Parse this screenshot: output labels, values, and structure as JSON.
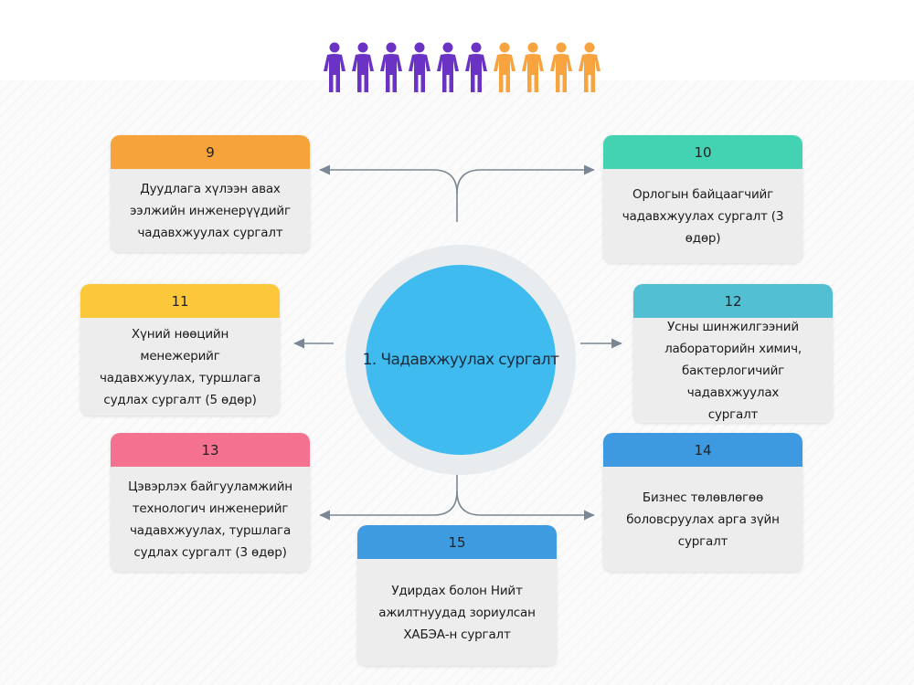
{
  "colors": {
    "person_purple": "#6a33c4",
    "person_orange": "#f7a340",
    "circle": "#3fbbf0",
    "connector": "#7b8794"
  },
  "people_icons": [
    "person-icon",
    "person-icon",
    "person-icon",
    "person-icon",
    "person-icon",
    "person-icon",
    "person-icon",
    "person-icon",
    "person-icon",
    "person-icon"
  ],
  "center": {
    "label": "1. Чадавхжуулах сургалт"
  },
  "cards": {
    "c9": {
      "number": "9",
      "header_color": "#f7a33c",
      "text": "Дуудлага хүлээн авах\nээлжийн инженерүүдийг\nчадавхжуулах сургалт"
    },
    "c10": {
      "number": "10",
      "header_color": "#43d3b2",
      "text": "Орлогын байцаагчийг\nчадавхжуулах сургалт (3 өдөр)"
    },
    "c11": {
      "number": "11",
      "header_color": "#fcc83b",
      "text": "Хүний нөөцийн менежерийг\nчадавхжуулах, туршлага\nсудлах сургалт (5 өдөр)"
    },
    "c12": {
      "number": "12",
      "header_color": "#52bfd3",
      "text": "Усны шинжилгээний\nлабораторийн химич,\nбактерлогичийг чадавхжуулах\nсургалт"
    },
    "c13": {
      "number": "13",
      "header_color": "#f47190",
      "text": "Цэвэрлэх байгууламжийн\nтехнологич инженерийг\nчадавхжуулах, туршлага\nсудлах сургалт (3 өдөр)"
    },
    "c14": {
      "number": "14",
      "header_color": "#3d9ae0",
      "text": "Бизнес төлөвлөгөө\nболовсруулах арга зүйн\nсургалт"
    },
    "c15": {
      "number": "15",
      "header_color": "#3f9be0",
      "text": "Удирдах болон Нийт\nажилтнуудад зориулсан\nХАБЭА-н сургалт"
    }
  }
}
